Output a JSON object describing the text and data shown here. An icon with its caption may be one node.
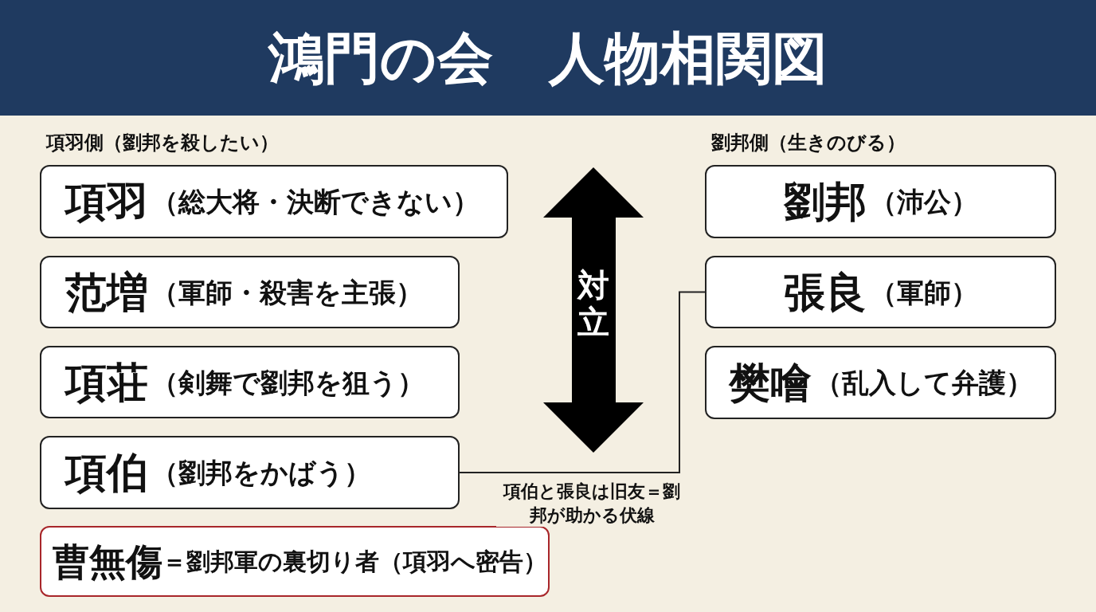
{
  "diagram": {
    "title": "鴻門の会　人物相関図",
    "nodes": [
      {
        "text": [
          "項羽",
          "（総大将・決断できない）"
        ]
      },
      {
        "text": [
          "范増",
          "（軍師・殺害を主張）"
        ]
      },
      {
        "text": [
          "項荘",
          "（剣舞で劉邦を狙う）"
        ]
      },
      {
        "text": [
          "項伯",
          "（劉邦をかばう）"
        ]
      },
      {
        "text": [
          "曹無傷",
          "＝劉邦軍の裏切り者（項羽へ密告）"
        ]
      },
      {
        "text": [
          "劉邦",
          "（沛公）"
        ]
      },
      {
        "text": [
          "張良",
          "（軍師）"
        ]
      },
      {
        "text": [
          "樊噲",
          "（乱入して弁護）"
        ]
      }
    ],
    "edges": [
      {
        "from": 3,
        "to": 6,
        "arrow": "none",
        "label": "項伯と張良は旧友＝劉邦が助かる伏線"
      }
    ],
    "labels": [
      "項羽側（劉邦を殺したい）",
      "劉邦側（生きのびる）",
      "対立"
    ]
  }
}
